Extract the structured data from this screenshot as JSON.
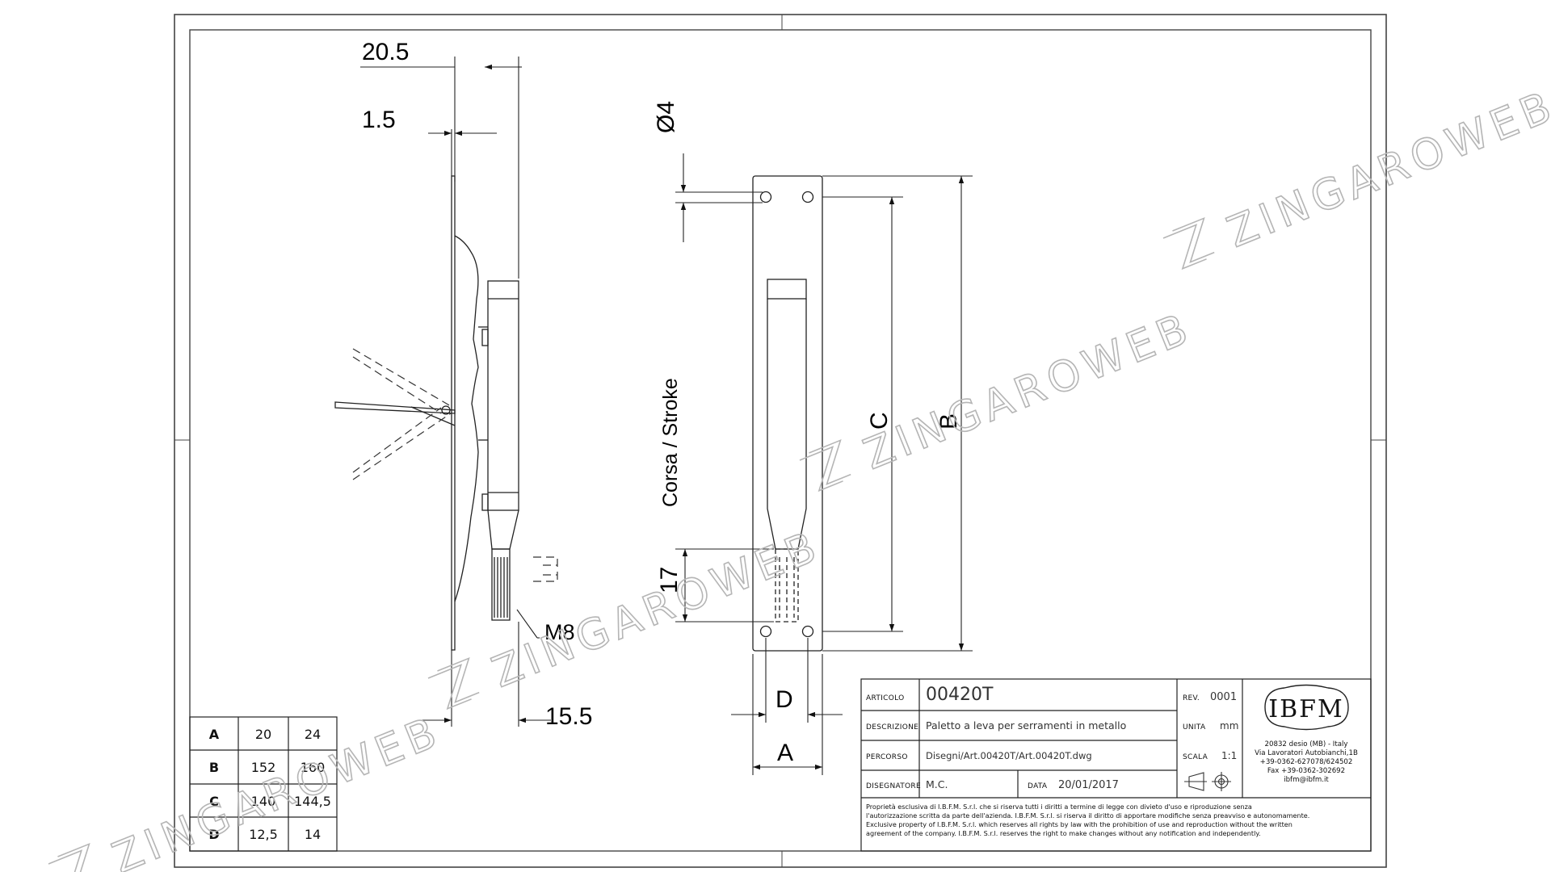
{
  "dimensions": {
    "d20_5": "20.5",
    "d1_5": "1.5",
    "phi4": "Ø4",
    "stroke": "Corsa / Stroke",
    "d17": "17",
    "m8": "M8",
    "d15_5": "15.5",
    "C": "C",
    "B": "B",
    "D": "D",
    "A": "A"
  },
  "size_table": {
    "rows": [
      {
        "label": "A",
        "v1": "20",
        "v2": "24"
      },
      {
        "label": "B",
        "v1": "152",
        "v2": "160"
      },
      {
        "label": "C",
        "v1": "140",
        "v2": "144,5"
      },
      {
        "label": "D",
        "v1": "12,5",
        "v2": "14"
      }
    ]
  },
  "title_block": {
    "articolo_label": "ARTICOLO",
    "articolo_value": "00420T",
    "rev_label": "REV.",
    "rev_value": "0001",
    "descrizione_label": "DESCRIZIONE",
    "descrizione_value": "Paletto a leva per serramenti in metallo",
    "unita_label": "UNITA",
    "unita_value": "mm",
    "percorso_label": "PERCORSO",
    "percorso_value": "Disegni/Art.00420T/Art.00420T.dwg",
    "scala_label": "SCALA",
    "scala_value": "1:1",
    "disegnatore_label": "DISEGNATORE",
    "disegnatore_value": "M.C.",
    "data_label": "DATA",
    "data_value": "20/01/2017",
    "logo_text": "IBFM",
    "address": [
      "20832 desio (MB) - Italy",
      "Via Lavoratori Autobianchi,1B",
      "+39-0362-627078/624502",
      "Fax +39-0362-302692",
      "ibfm@ibfm.it"
    ],
    "disclaimer": [
      "Proprietà esclusiva di I.B.F.M. S.r.l. che si riserva tutti i diritti a termine di legge con divieto d'uso e riproduzione senza",
      "l'autorizzazione scritta da parte dell'azienda. I.B.F.M. S.r.l. si riserva il diritto di apportare modifiche senza preavviso e autonomamente.",
      "Exclusive property of I.B.F.M. S.r.l. which reserves all rights by law with the prohibition of use and reproduction without the written",
      "agreement of the company. I.B.F.M. S.r.l. reserves the right to make changes without any notification and independently."
    ]
  },
  "watermark": "ZINGAROWEB",
  "colors": {
    "line": "#222222",
    "watermark": "#b5b5b5"
  }
}
